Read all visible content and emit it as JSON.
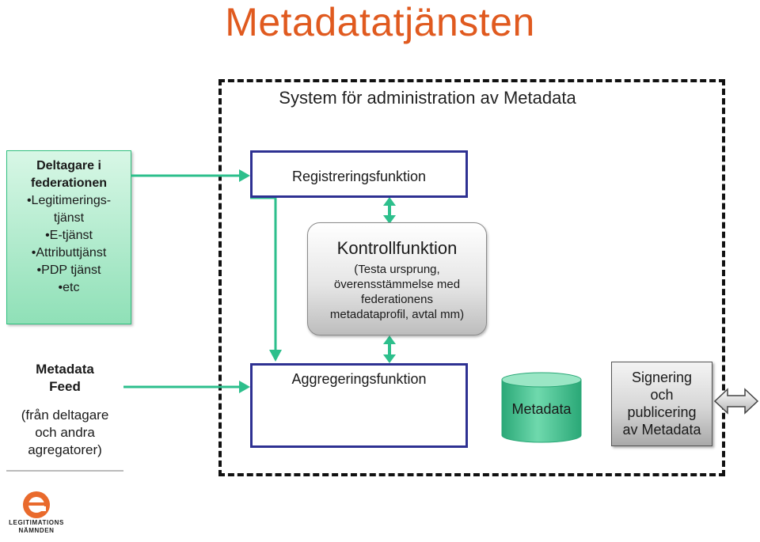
{
  "title": "Metadatatjänsten",
  "system_label": "System för administration av Metadata",
  "participants": {
    "heading_line1": "Deltagare i",
    "heading_line2": "federationen",
    "items": [
      "•Legitimerings-",
      "tjänst",
      "•E-tjänst",
      "•Attributtjänst",
      "•PDP tjänst",
      "•etc"
    ]
  },
  "feed": {
    "heading_line1": "Metadata",
    "heading_line2": "Feed",
    "sub_lines": [
      "(från deltagare",
      "och andra",
      "agregatorer)"
    ]
  },
  "registration": {
    "label": "Registreringsfunktion"
  },
  "control": {
    "heading": "Kontrollfunktion",
    "body_lines": [
      "(Testa ursprung,",
      "överensstämmelse med",
      "federationens",
      "metadataprofil, avtal mm)"
    ]
  },
  "aggregation": {
    "label": "Aggregeringsfunktion"
  },
  "metadata_store": {
    "label": "Metadata"
  },
  "signing": {
    "lines": [
      "Signering",
      "och",
      "publicering",
      "av Metadata"
    ]
  },
  "logo": {
    "line1": "LEGITIMATIONS",
    "line2": "NÄMNDEN",
    "letter": "e"
  },
  "colors": {
    "title": "#e05a1f",
    "arrow_green": "#2dbf8c",
    "box_border": "#2e3192",
    "cylinder": "#3fbf8f",
    "logo_orange": "#e96a2c"
  }
}
